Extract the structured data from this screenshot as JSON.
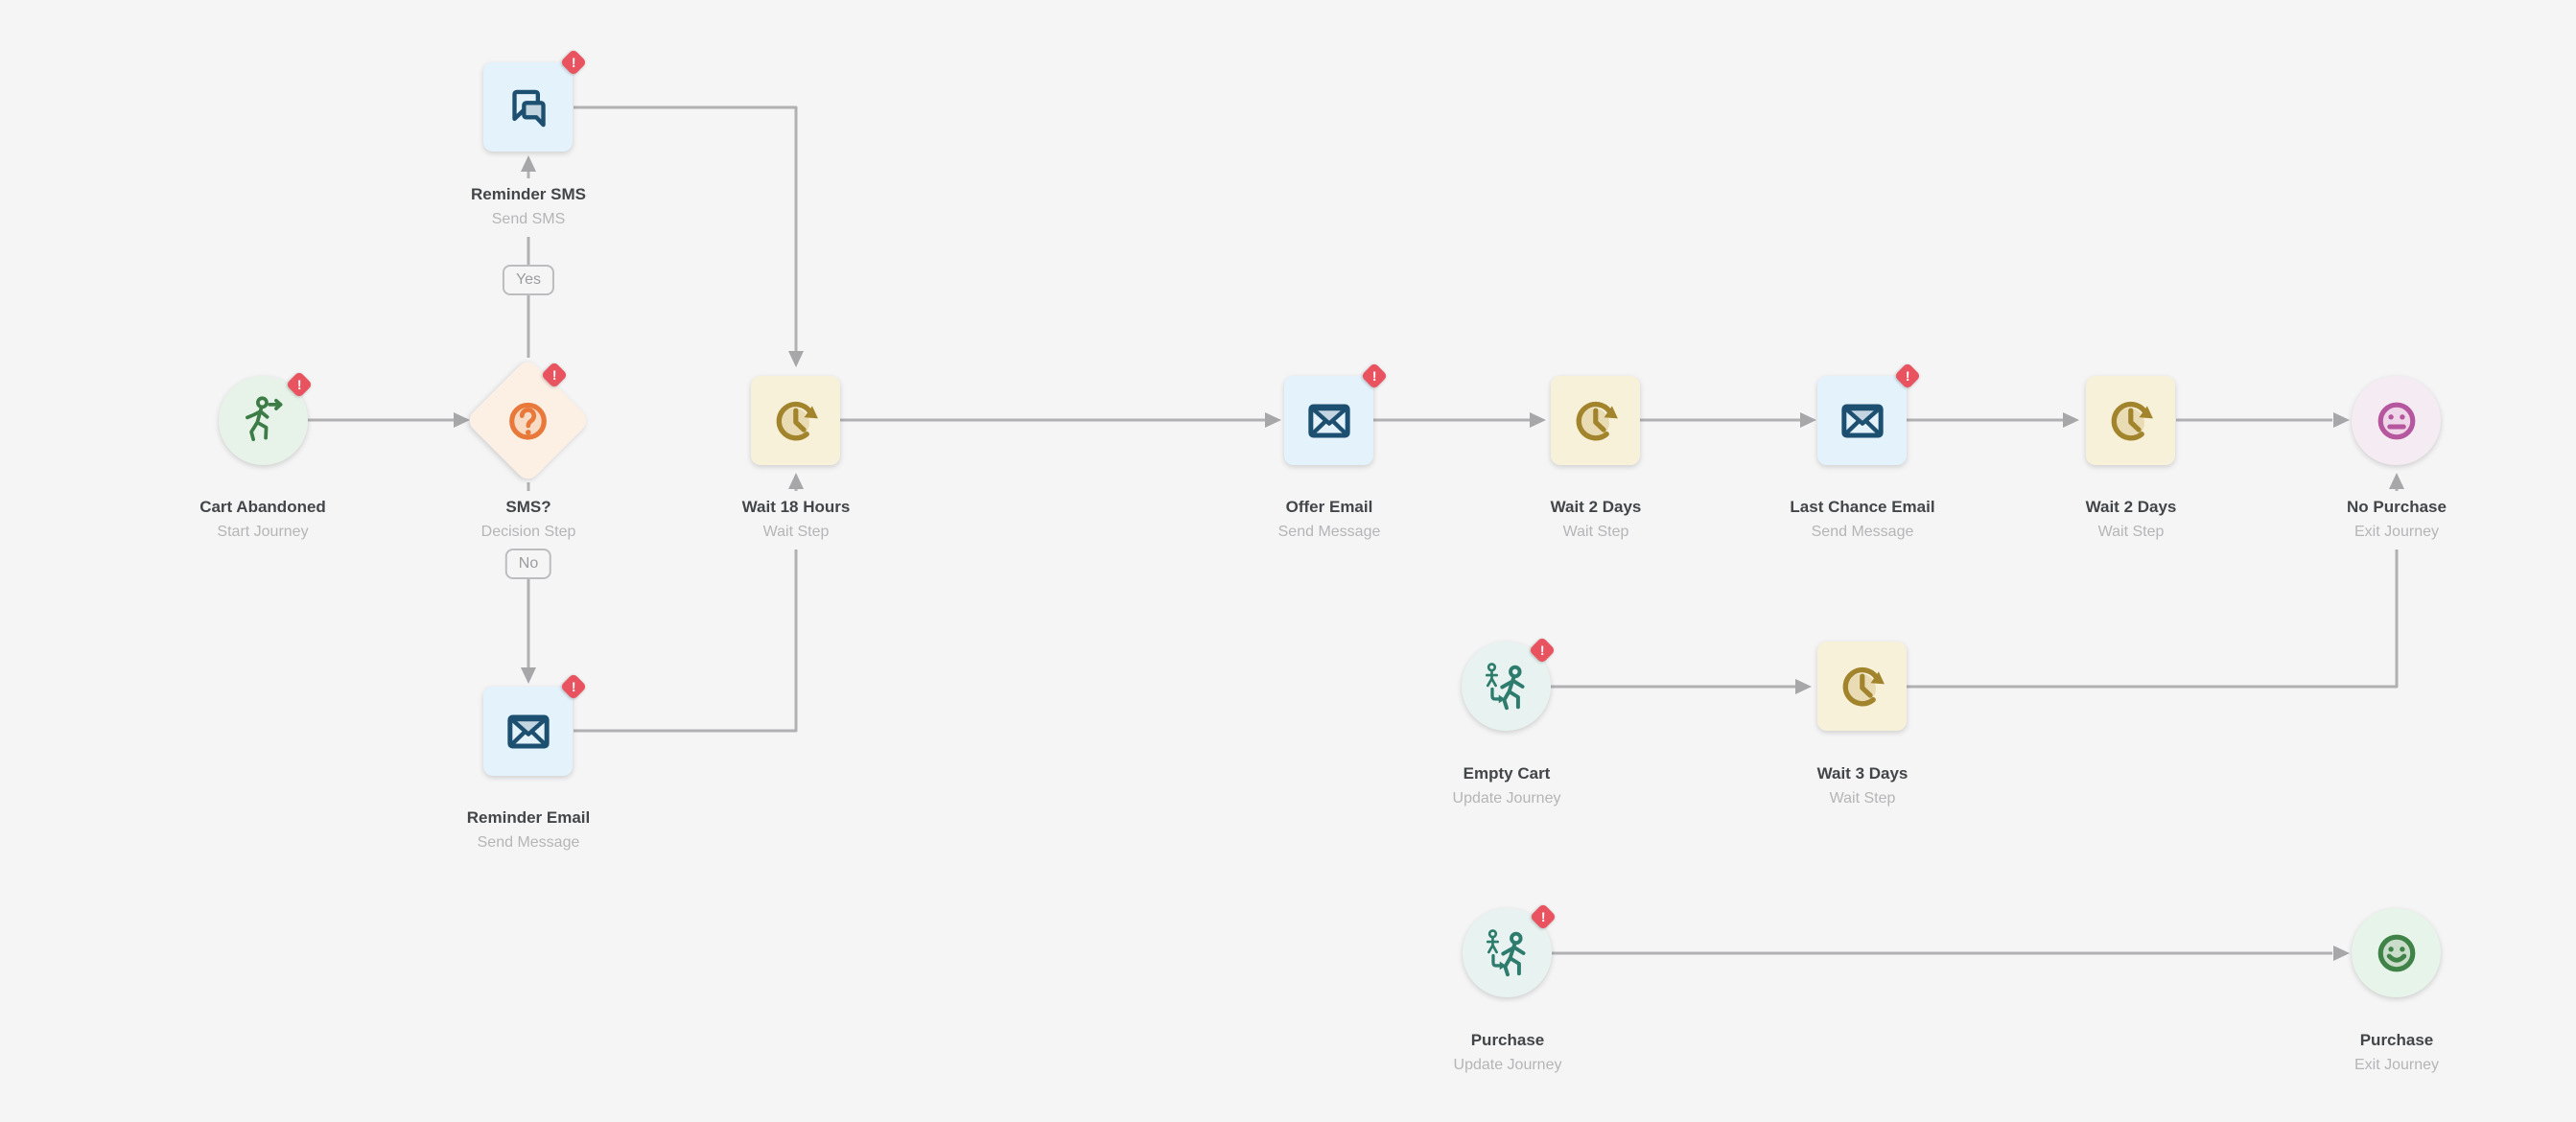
{
  "badge": {
    "symbol": "!"
  },
  "edge_labels": {
    "yes": "Yes",
    "no": "No"
  },
  "nodes": [
    {
      "id": "cart-abandoned",
      "title": "Cart Abandoned",
      "subtitle": "Start Journey",
      "shape": "circle",
      "kind": "start-journey",
      "has_error_badge": true
    },
    {
      "id": "sms-decision",
      "title": "SMS?",
      "subtitle": "Decision Step",
      "shape": "diamond",
      "kind": "decision",
      "has_error_badge": true
    },
    {
      "id": "reminder-sms",
      "title": "Reminder SMS",
      "subtitle": "Send SMS",
      "shape": "square",
      "kind": "send-sms",
      "has_error_badge": true
    },
    {
      "id": "reminder-email",
      "title": "Reminder Email",
      "subtitle": "Send Message",
      "shape": "square",
      "kind": "send-message",
      "has_error_badge": true
    },
    {
      "id": "wait-18-hours",
      "title": "Wait 18 Hours",
      "subtitle": "Wait Step",
      "shape": "square",
      "kind": "wait",
      "has_error_badge": false
    },
    {
      "id": "offer-email",
      "title": "Offer Email",
      "subtitle": "Send Message",
      "shape": "square",
      "kind": "send-message",
      "has_error_badge": true
    },
    {
      "id": "wait-2-days-1",
      "title": "Wait 2 Days",
      "subtitle": "Wait Step",
      "shape": "square",
      "kind": "wait",
      "has_error_badge": false
    },
    {
      "id": "last-chance-email",
      "title": "Last Chance Email",
      "subtitle": "Send Message",
      "shape": "square",
      "kind": "send-message",
      "has_error_badge": true
    },
    {
      "id": "wait-2-days-2",
      "title": "Wait 2 Days",
      "subtitle": "Wait Step",
      "shape": "square",
      "kind": "wait",
      "has_error_badge": false
    },
    {
      "id": "no-purchase",
      "title": "No Purchase",
      "subtitle": "Exit Journey",
      "shape": "circle",
      "kind": "exit-negative",
      "has_error_badge": false
    },
    {
      "id": "empty-cart",
      "title": "Empty Cart",
      "subtitle": "Update Journey",
      "shape": "circle",
      "kind": "update-journey",
      "has_error_badge": true
    },
    {
      "id": "wait-3-days",
      "title": "Wait 3 Days",
      "subtitle": "Wait Step",
      "shape": "square",
      "kind": "wait",
      "has_error_badge": false
    },
    {
      "id": "purchase-update",
      "title": "Purchase",
      "subtitle": "Update Journey",
      "shape": "circle",
      "kind": "update-journey",
      "has_error_badge": true
    },
    {
      "id": "purchase-exit",
      "title": "Purchase",
      "subtitle": "Exit Journey",
      "shape": "circle",
      "kind": "exit-positive",
      "has_error_badge": false
    }
  ],
  "colors": {
    "canvas_bg": "#f5f5f6",
    "connector": "#b1b1b3",
    "badge_red": "#e9535f",
    "node_blue_bg": "#e3f2fb",
    "node_blue_icon": "#1d4f70",
    "node_yellow_bg": "#f8f1d9",
    "node_yellow_icon": "#a1842b",
    "node_orange_bg": "#fcf0e5",
    "node_orange_icon": "#e9793a",
    "node_green_bg": "#e7f3e9",
    "node_green_icon": "#3c7c46",
    "node_teal_bg": "#e8f3f1",
    "node_teal_icon": "#2e7c6d",
    "node_pink_bg": "#f5ebf2",
    "node_pink_icon": "#b5569f",
    "node_mint_bg": "#e7f4ea",
    "node_mint_icon": "#3f8348"
  }
}
